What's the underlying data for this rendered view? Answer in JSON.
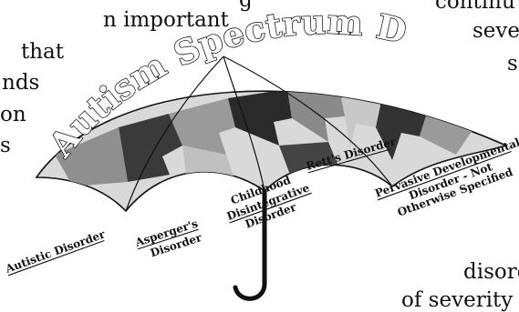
{
  "body_text": {
    "left_lines": [
      "n important",
      "that",
      "nds",
      "on",
      "s"
    ],
    "right_top_lines": [
      "continu",
      "seve",
      "s"
    ],
    "right_bottom_lines": [
      "disord",
      "of severity a"
    ],
    "top_fragment": "g"
  },
  "illustration": {
    "title": "Autism Spectrum Disorders",
    "labels": {
      "autistic": "Autistic Disorder",
      "aspergers_1": "Asperger's",
      "aspergers_2": "Disorder",
      "cdd_1": "Childhood",
      "cdd_2": "Disintegrative",
      "cdd_3": "Disorder",
      "retts": "Rett's Disorder",
      "pdd_1": "Pervasive Developmental",
      "pdd_2": "Disorder - Not",
      "pdd_3": "Otherwise Specified"
    },
    "colors": {
      "canopy_light": "#d9d9d9",
      "canopy_mid": "#9a9a9a",
      "canopy_dark": "#3a3a3a",
      "ink": "#111111"
    }
  }
}
